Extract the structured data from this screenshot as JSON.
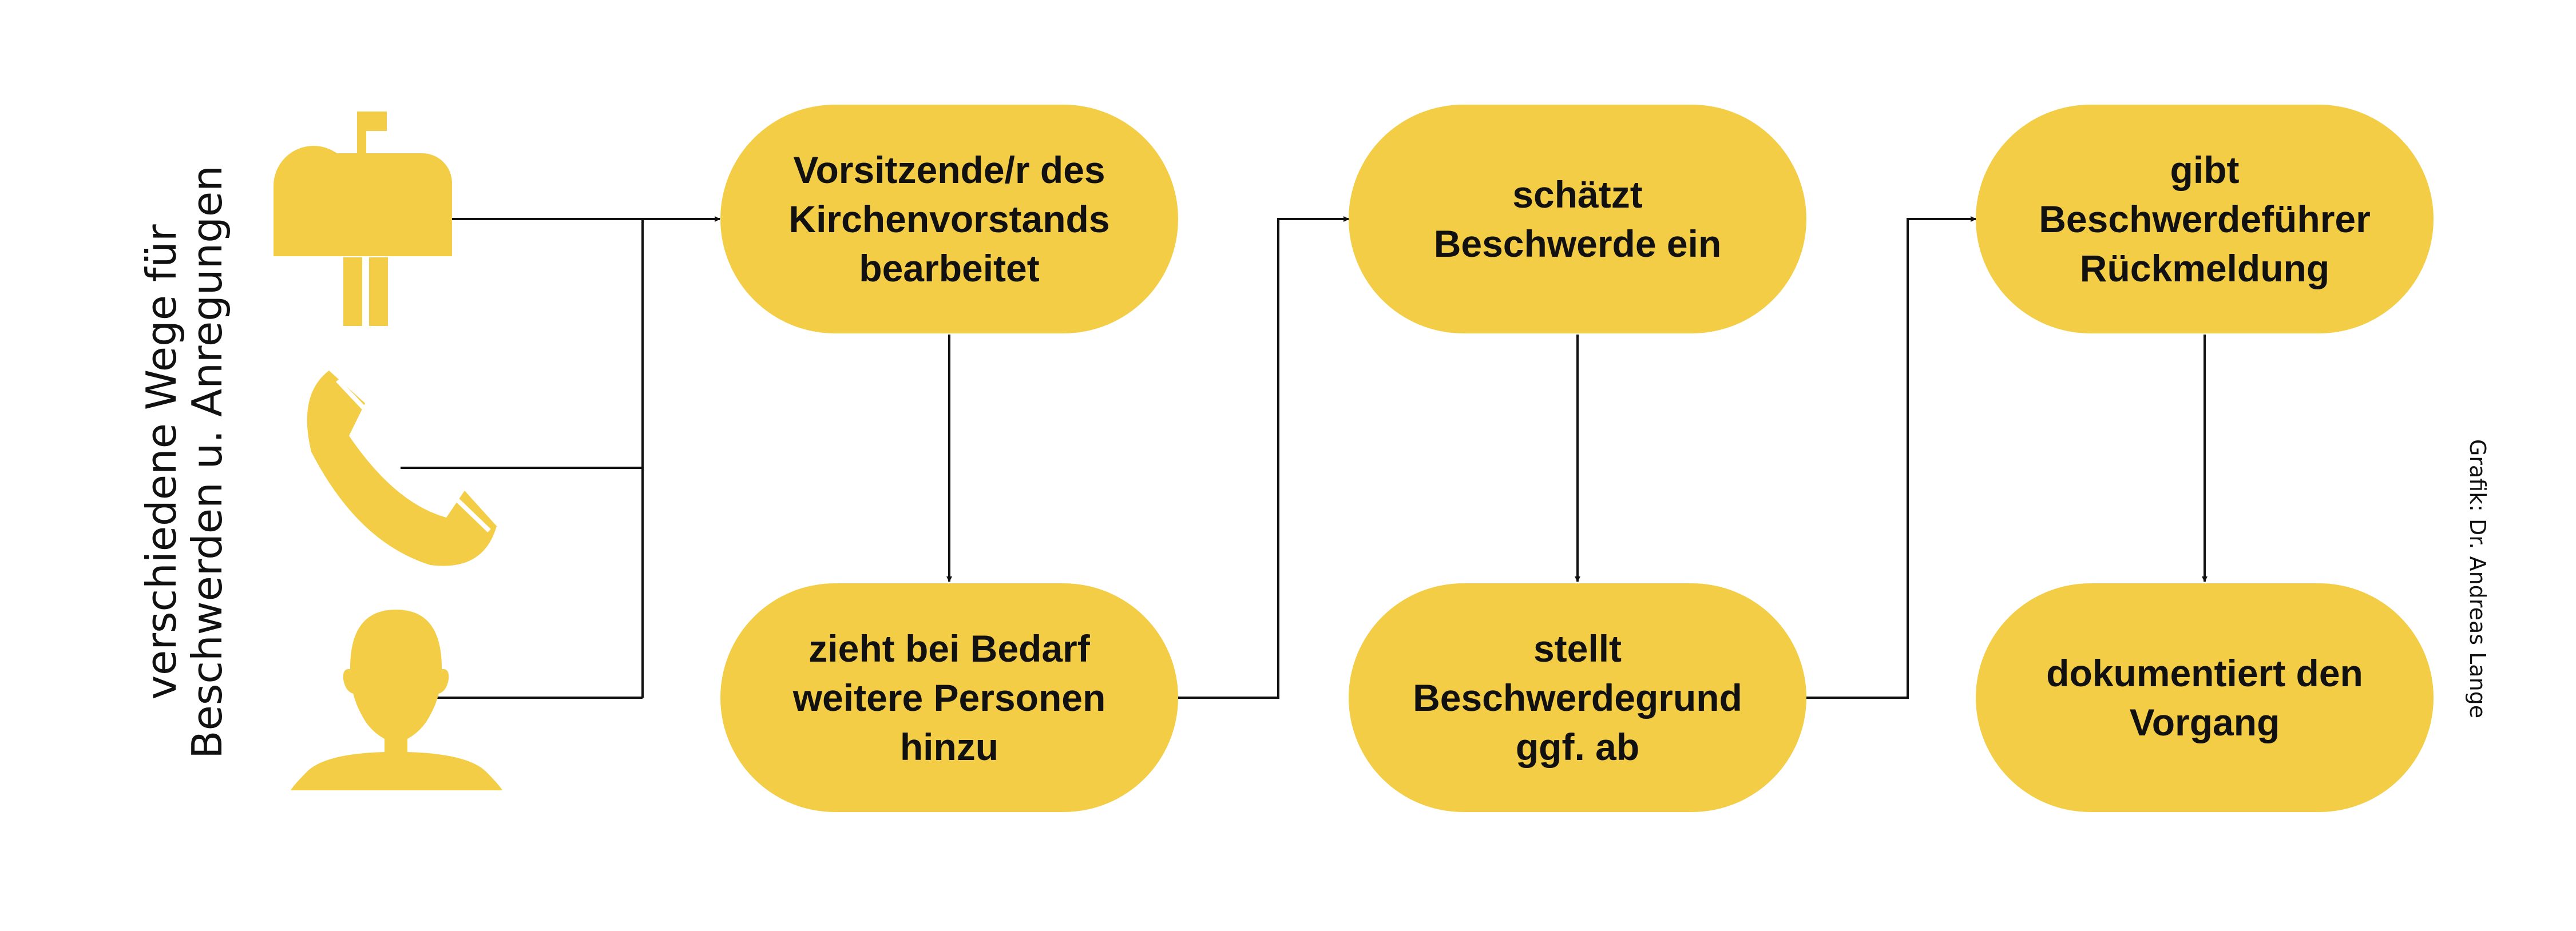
{
  "left_label": {
    "line1": "verschiedene Wege für",
    "line2": "Beschwerden u. Anregungen"
  },
  "channels": [
    {
      "icon": "mailbox-icon"
    },
    {
      "icon": "telephone-icon"
    },
    {
      "icon": "person-icon"
    }
  ],
  "nodes": {
    "n1": {
      "lines": [
        "Vorsitzende/r des",
        "Kirchenvorstands",
        "bearbeitet"
      ]
    },
    "n2": {
      "lines": [
        "zieht bei Bedarf",
        "weitere Personen",
        "hinzu"
      ]
    },
    "n3": {
      "lines": [
        "schätzt",
        "Beschwerde ein"
      ]
    },
    "n4": {
      "lines": [
        "stellt",
        "Beschwerdegrund",
        "ggf. ab"
      ]
    },
    "n5": {
      "lines": [
        "gibt",
        "Beschwerdeführer",
        "Rückmeldung"
      ]
    },
    "n6": {
      "lines": [
        "dokumentiert den",
        "Vorgang"
      ]
    }
  },
  "credit": "Grafik: Dr. Andreas Lange",
  "colors": {
    "node_fill": "#f4cd47",
    "icon_fill": "#f4cd47",
    "line": "#111111",
    "text": "#111111"
  }
}
